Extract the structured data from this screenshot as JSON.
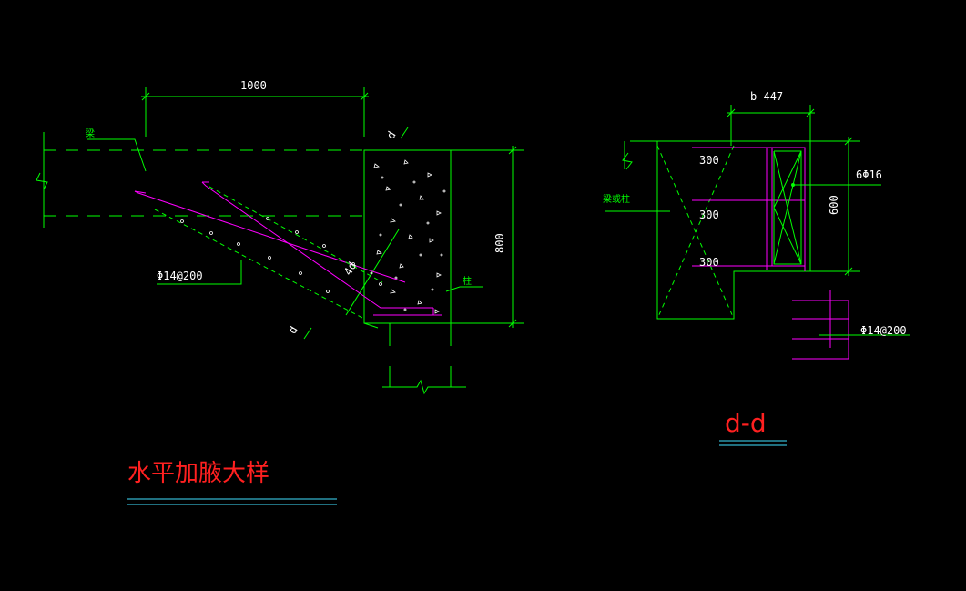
{
  "drawing": {
    "left_detail": {
      "dim_width": "1000",
      "dim_height": "800",
      "rebar_label": "Φ14@200",
      "beam_label": "梁",
      "column_label": "柱",
      "section_mark_top": "d",
      "section_mark_bottom": "d",
      "diag_dim": "4d",
      "title": "水平加腋大样"
    },
    "right_section": {
      "dim_width": "b-447",
      "dim_height": "600",
      "spacing_1": "300",
      "spacing_2": "300",
      "spacing_3": "300",
      "main_rebar": "6Φ16",
      "beam_or_column": "梁或柱",
      "stirrup_label": "Φ14@200",
      "section_title": "d-d"
    }
  },
  "colors": {
    "background": "#000000",
    "lines": "#00ff00",
    "rebar": "#ff00ff",
    "title": "#ff2020",
    "underline": "#40e0ff"
  }
}
